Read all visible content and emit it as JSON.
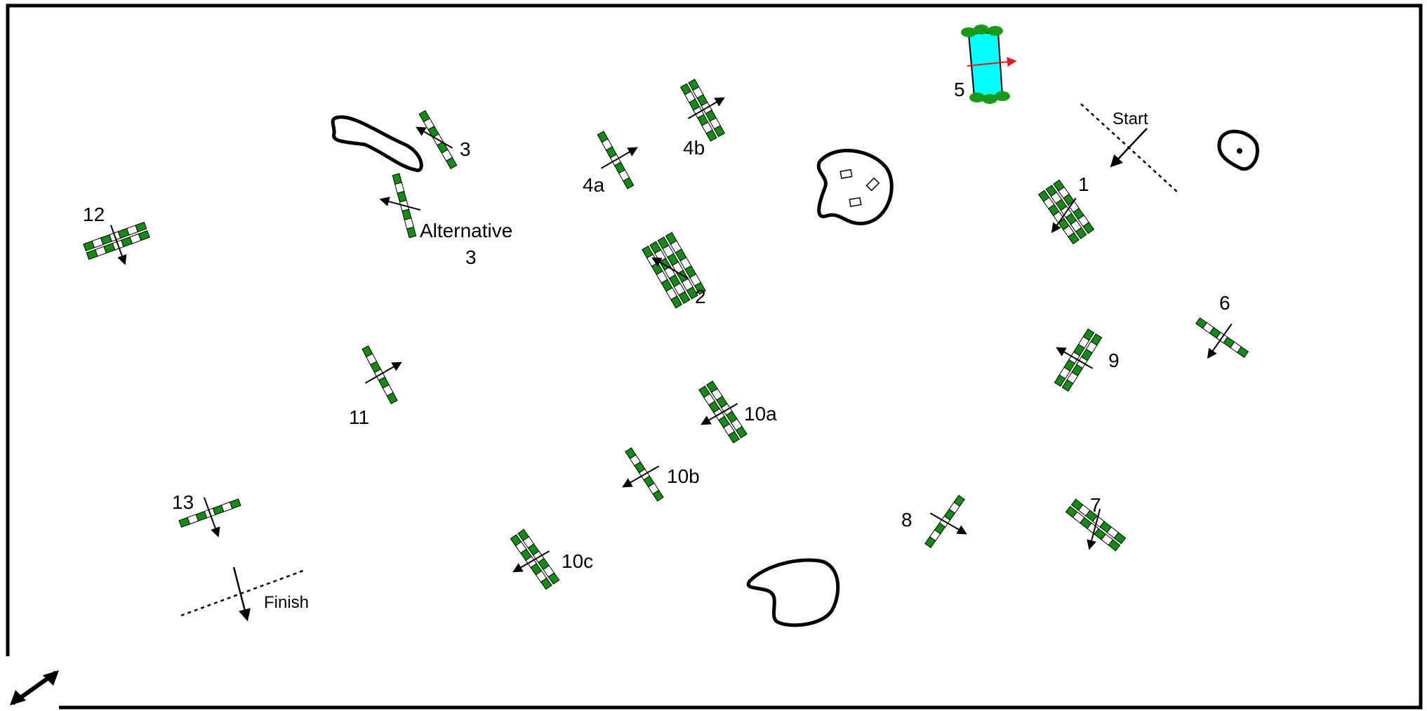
{
  "course": {
    "start_label": "Start",
    "finish_label": "Finish",
    "colors": {
      "pole_green": "#138c14",
      "pole_white": "#ffffff",
      "water": "#00ffff",
      "flower_green": "#1a9a1a",
      "water_arrow": "#e02020",
      "ink": "#000000"
    },
    "obstacles": [
      {
        "id": "1",
        "label": "1",
        "kind": "triple-oxer"
      },
      {
        "id": "2",
        "label": "2",
        "kind": "triple-bar"
      },
      {
        "id": "3",
        "label": "3",
        "kind": "vertical"
      },
      {
        "id": "alt3",
        "label": "Alternative 3",
        "kind": "vertical"
      },
      {
        "id": "4a",
        "label": "4a",
        "kind": "vertical"
      },
      {
        "id": "4b",
        "label": "4b",
        "kind": "oxer"
      },
      {
        "id": "5",
        "label": "5",
        "kind": "water-jump"
      },
      {
        "id": "6",
        "label": "6",
        "kind": "vertical"
      },
      {
        "id": "7",
        "label": "7",
        "kind": "oxer"
      },
      {
        "id": "8",
        "label": "8",
        "kind": "vertical"
      },
      {
        "id": "9",
        "label": "9",
        "kind": "oxer"
      },
      {
        "id": "10a",
        "label": "10a",
        "kind": "oxer"
      },
      {
        "id": "10b",
        "label": "10b",
        "kind": "vertical"
      },
      {
        "id": "10c",
        "label": "10c",
        "kind": "oxer"
      },
      {
        "id": "11",
        "label": "11",
        "kind": "vertical"
      },
      {
        "id": "12",
        "label": "12",
        "kind": "oxer"
      },
      {
        "id": "13",
        "label": "13",
        "kind": "vertical"
      }
    ],
    "scenery": [
      "pond-top-left",
      "flowerbed-with-stones",
      "tree-ring",
      "pond-bottom"
    ]
  }
}
